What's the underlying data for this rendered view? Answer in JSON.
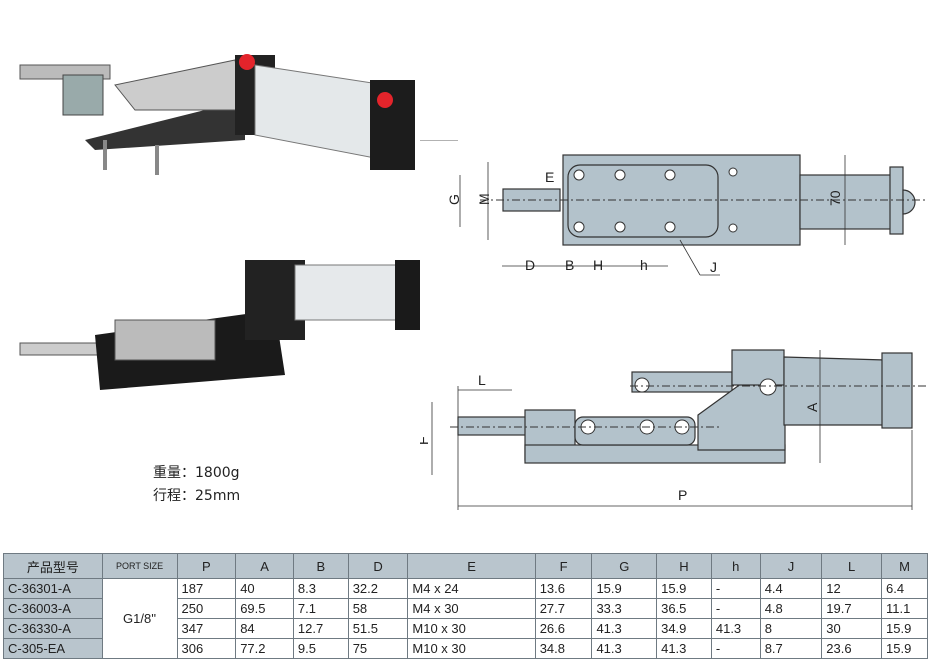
{
  "specs": {
    "weight": "重量：1800g",
    "stroke": "行程：25mm"
  },
  "drawing_labels": {
    "E": "E",
    "G": "G",
    "M": "M",
    "D": "D",
    "B": "B",
    "H": "H",
    "h": "h",
    "J": "J",
    "seventy": "70",
    "L": "L",
    "F": "F",
    "A": "A",
    "P": "P"
  },
  "table": {
    "headers": [
      "产品型号",
      "PORT SIZE",
      "P",
      "A",
      "B",
      "D",
      "E",
      "F",
      "G",
      "H",
      "h",
      "J",
      "L",
      "M"
    ],
    "port_size": "G1/8''",
    "rows": [
      [
        "C-36301-A",
        "187",
        "40",
        "8.3",
        "32.2",
        "M4 x 24",
        "13.6",
        "15.9",
        "15.9",
        "-",
        "4.4",
        "12",
        "6.4"
      ],
      [
        "C-36003-A",
        "250",
        "69.5",
        "7.1",
        "58",
        "M4 x 30",
        "27.7",
        "33.3",
        "36.5",
        "-",
        "4.8",
        "19.7",
        "11.1"
      ],
      [
        "C-36330-A",
        "347",
        "84",
        "12.7",
        "51.5",
        "M10 x 30",
        "26.6",
        "41.3",
        "34.9",
        "41.3",
        "8",
        "30",
        "15.9"
      ],
      [
        "C-305-EA",
        "306",
        "77.2",
        "9.5",
        "75",
        "M10 x 30",
        "34.8",
        "41.3",
        "41.3",
        "-",
        "8.7",
        "23.6",
        "15.9"
      ]
    ]
  },
  "colors": {
    "part_fill": "#b3c2cb",
    "header_bg": "#b9c5cd"
  }
}
